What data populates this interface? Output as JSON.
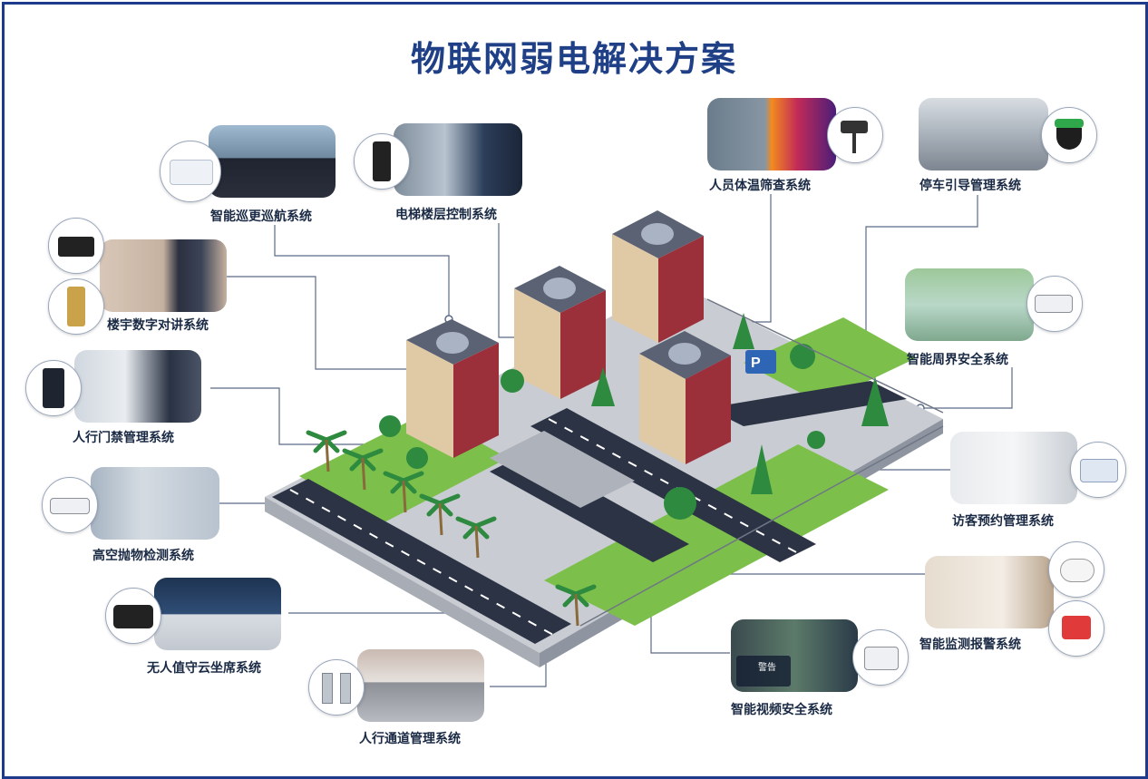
{
  "title": "物联网弱电解决方案",
  "systems": {
    "patrol": "智能巡更巡航系统",
    "elevator": "电梯楼层控制系统",
    "temperature": "人员体温筛查系统",
    "parking": "停车引导管理系统",
    "intercom": "楼宇数字对讲系统",
    "perimeter": "智能周界安全系统",
    "access": "人行门禁管理系统",
    "visitor": "访客预约管理系统",
    "throwing": "高空抛物检测系统",
    "alarm": "智能监测报警系统",
    "cloud_seat": "无人值守云坐席系统",
    "video": "智能视频安全系统",
    "passage": "人行通道管理系统"
  },
  "parking_sign": "P",
  "video_card": {
    "title": "警告"
  },
  "colors": {
    "title": "#1f3f86",
    "line": "#5a6b87",
    "road": "#2b3344",
    "grass": "#7cc04b",
    "building_red": "#9b2f3a"
  }
}
